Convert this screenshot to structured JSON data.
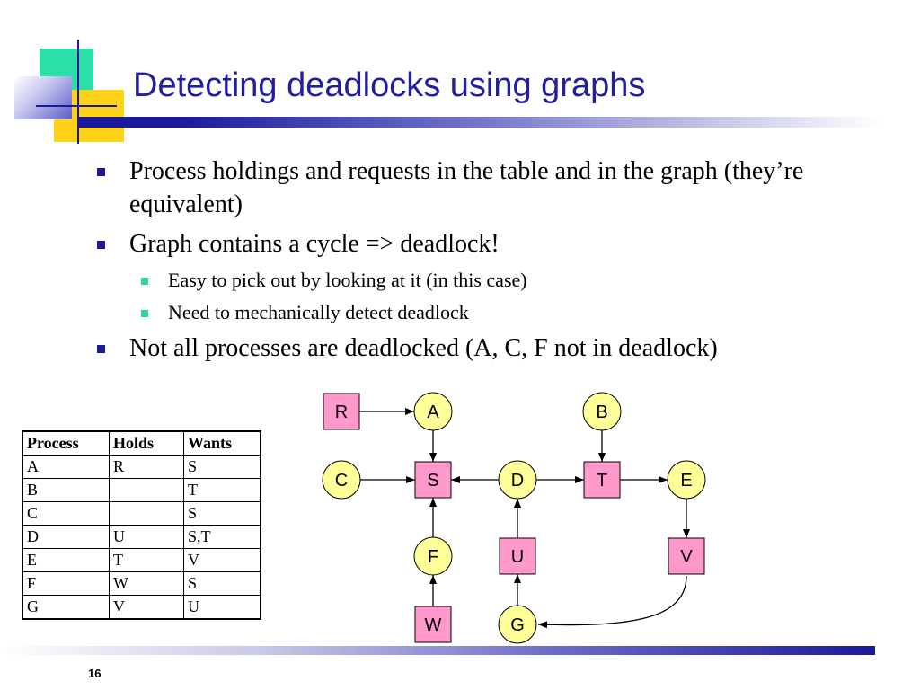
{
  "slide": {
    "title": "Detecting deadlocks using graphs",
    "page_number": "16"
  },
  "bullets": [
    {
      "level": 1,
      "text": "Process holdings and requests in the table and in the graph (they’re equivalent)"
    },
    {
      "level": 1,
      "text": "Graph contains a cycle => deadlock!"
    },
    {
      "level": 2,
      "text": "Easy to pick out by looking at it (in this case)"
    },
    {
      "level": 2,
      "text": "Need to mechanically detect deadlock"
    },
    {
      "level": 1,
      "text": "Not all processes are deadlocked (A, C, F not in deadlock)"
    }
  ],
  "table": {
    "headers": [
      "Process",
      "Holds",
      "Wants"
    ],
    "rows": [
      [
        "A",
        "R",
        "S"
      ],
      [
        "B",
        "",
        "T"
      ],
      [
        "C",
        "",
        "S"
      ],
      [
        "D",
        "U",
        "S,T"
      ],
      [
        "E",
        "T",
        "V"
      ],
      [
        "F",
        "W",
        "S"
      ],
      [
        "G",
        "V",
        "U"
      ]
    ]
  },
  "graph": {
    "process_color": "#ffff99",
    "resource_color": "#ff99cc",
    "nodes": [
      {
        "id": "R",
        "kind": "resource"
      },
      {
        "id": "A",
        "kind": "process"
      },
      {
        "id": "B",
        "kind": "process"
      },
      {
        "id": "C",
        "kind": "process"
      },
      {
        "id": "S",
        "kind": "resource"
      },
      {
        "id": "D",
        "kind": "process"
      },
      {
        "id": "T",
        "kind": "resource"
      },
      {
        "id": "E",
        "kind": "process"
      },
      {
        "id": "F",
        "kind": "process"
      },
      {
        "id": "U",
        "kind": "resource"
      },
      {
        "id": "V",
        "kind": "resource"
      },
      {
        "id": "W",
        "kind": "resource"
      },
      {
        "id": "G",
        "kind": "process"
      }
    ],
    "edges": [
      [
        "R",
        "A"
      ],
      [
        "A",
        "S"
      ],
      [
        "C",
        "S"
      ],
      [
        "D",
        "S"
      ],
      [
        "D",
        "T"
      ],
      [
        "B",
        "T"
      ],
      [
        "T",
        "E"
      ],
      [
        "E",
        "V"
      ],
      [
        "F",
        "S"
      ],
      [
        "W",
        "F"
      ],
      [
        "U",
        "D"
      ],
      [
        "G",
        "U"
      ],
      [
        "V",
        "G"
      ]
    ]
  }
}
